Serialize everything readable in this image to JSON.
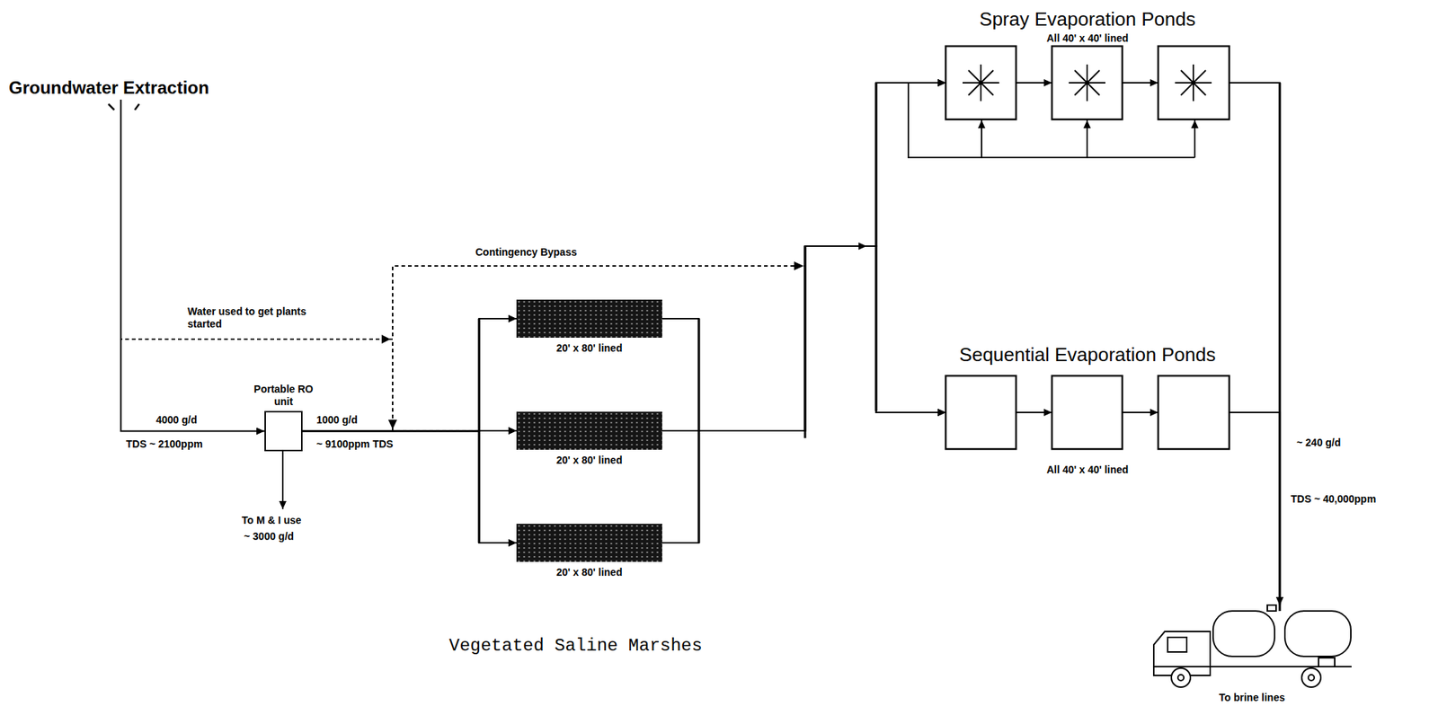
{
  "diagram": {
    "nodes": [
      {
        "text": [
          "Groundwater Extraction"
        ]
      },
      {
        "text": [
          "Portable RO unit"
        ]
      },
      {
        "text": [
          "20' x 80' lined"
        ]
      },
      {
        "text": [
          "20' x 80' lined"
        ]
      },
      {
        "text": [
          "20' x 80' lined"
        ]
      },
      {
        "text": [
          "Spray Evaporation Ponds",
          "All 40' x 40' lined"
        ]
      },
      {
        "text": [
          "Sequential Evaporation Ponds",
          "All 40' x 40' lined"
        ]
      },
      {
        "text": [
          "To brine lines"
        ]
      }
    ],
    "edges": [
      {
        "from": 0,
        "to": 1,
        "arrow": "to",
        "label": "4000 g/d"
      },
      {
        "from": 1,
        "to": 2,
        "arrow": "to"
      },
      {
        "from": 1,
        "to": 3,
        "arrow": "to",
        "label": "1000 g/d"
      },
      {
        "from": 1,
        "to": 4,
        "arrow": "to"
      },
      {
        "from": 0,
        "to": 2,
        "arrow": "to",
        "label": "Water used to get plants started"
      },
      {
        "from": 0,
        "to": 3,
        "arrow": "to"
      },
      {
        "from": 0,
        "to": 4,
        "arrow": "to"
      },
      {
        "from": 0,
        "to": 5,
        "arrow": "to",
        "label": "Contingency Bypass"
      },
      {
        "from": 0,
        "to": 6,
        "arrow": "to"
      },
      {
        "from": 2,
        "to": 5,
        "arrow": "to"
      },
      {
        "from": 2,
        "to": 6,
        "arrow": "to"
      },
      {
        "from": 3,
        "to": 5,
        "arrow": "to"
      },
      {
        "from": 3,
        "to": 6,
        "arrow": "to"
      },
      {
        "from": 4,
        "to": 5,
        "arrow": "to"
      },
      {
        "from": 4,
        "to": 6,
        "arrow": "to"
      },
      {
        "from": 5,
        "to": 7,
        "arrow": "to"
      },
      {
        "from": 6,
        "to": 7,
        "arrow": "to"
      }
    ],
    "labels": [
      "TDS ~ 2100ppm",
      "~ 9100ppm TDS",
      "To M & I use",
      "~ 3000 g/d",
      "Vegetated Saline Marshes",
      "~ 240 g/d",
      "TDS ~ 40,000ppm"
    ]
  }
}
